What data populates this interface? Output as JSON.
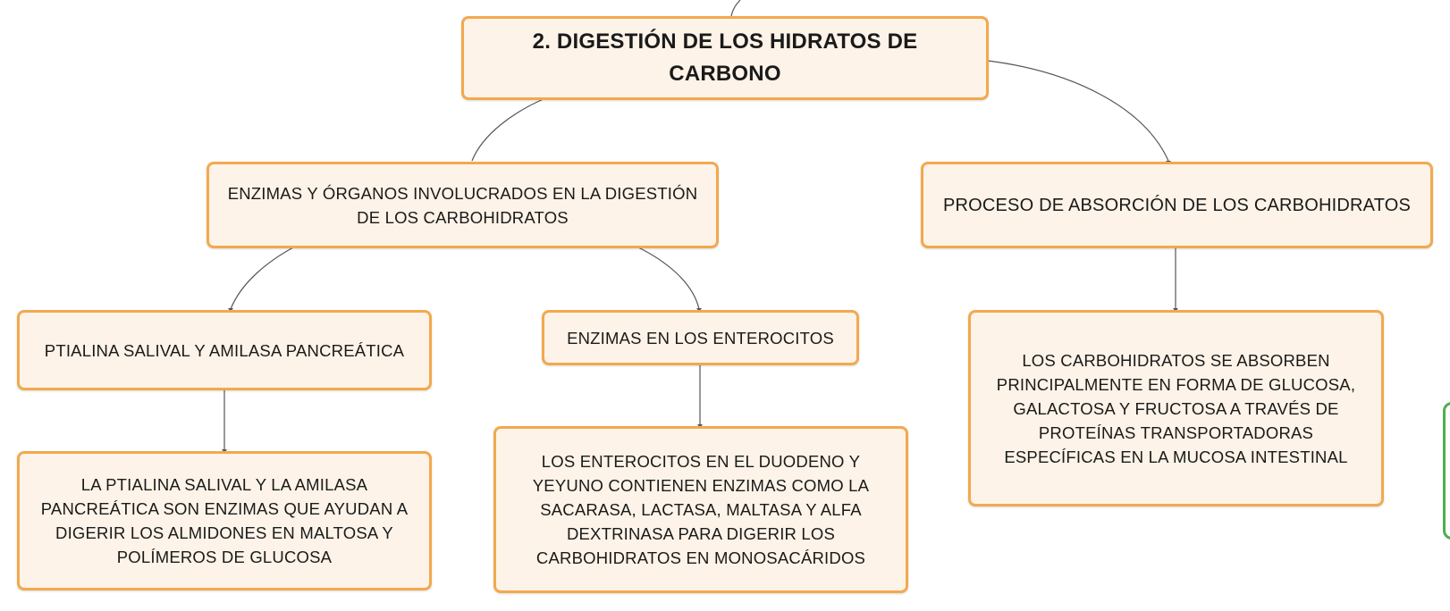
{
  "map": {
    "root": {
      "label": "2. DIGESTIÓN DE LOS HIDRATOS DE CARBONO"
    },
    "enzymes_branch": {
      "label": "ENZIMAS Y ÓRGANOS INVOLUCRADOS EN LA DIGESTIÓN DE LOS CARBOHIDRATOS"
    },
    "absorption_branch": {
      "label": "PROCESO DE ABSORCIÓN DE LOS CARBOHIDRATOS"
    },
    "ptialina": {
      "label": "PTIALINA SALIVAL Y AMILASA PANCREÁTICA",
      "detail": "LA PTIALINA SALIVAL Y LA AMILASA PANCREÁTICA SON ENZIMAS QUE AYUDAN A DIGERIR LOS ALMIDONES EN MALTOSA Y POLÍMEROS DE GLUCOSA"
    },
    "enterocitos": {
      "label": "ENZIMAS EN LOS ENTEROCITOS",
      "detail": "LOS ENTEROCITOS EN EL DUODENO Y YEYUNO CONTIENEN ENZIMAS COMO LA SACARASA, LACTASA, MALTASA Y ALFA DEXTRINASA PARA DIGERIR LOS CARBOHIDRATOS EN MONOSACÁRIDOS"
    },
    "absorption_detail": {
      "detail": "LOS CARBOHIDRATOS SE ABSORBEN PRINCIPALMENTE EN FORMA DE GLUCOSA, GALACTOSA Y FRUCTOSA A TRAVÉS DE PROTEÍNAS TRANSPORTADORAS ESPECÍFICAS EN LA MUCOSA INTESTINAL"
    }
  },
  "colors": {
    "node_fill": "#fdf3e8",
    "node_border": "#f2a94e",
    "connector": "#555555",
    "offscreen_node_border": "#4caf50"
  }
}
